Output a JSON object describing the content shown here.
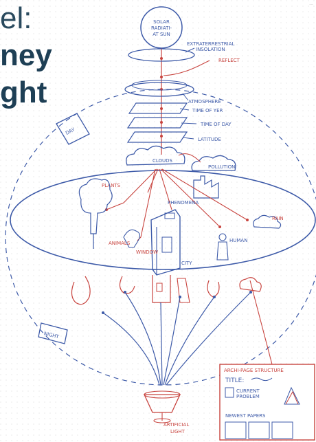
{
  "headline": {
    "line1": "el:",
    "line2": "ney",
    "line3": "ght"
  },
  "corner_note": "...",
  "labels": {
    "sun": [
      "SOLAR",
      "RADIATI-",
      "AT SUN"
    ],
    "extraterrestrial": [
      "EXTRATERRESTRIAL",
      "INSOLATION"
    ],
    "reflect": "REFLECT",
    "atmosphere": "ATMOSPHERE",
    "time_of_year": "TIME OF YER",
    "time_of_day": "TIME OF DAY",
    "latitude": "LATITUDE",
    "clouds": "CLOUDS",
    "pollution": "POLLUTION",
    "day": "DAY",
    "night": "NIGHT",
    "plants": "PLANTS",
    "phenomena": "PHENOMENA",
    "rain": "RAIN",
    "animals": "ANIMALS",
    "window": "WINDOW",
    "human": "HUMAN",
    "city": "CITY",
    "artificial_light": [
      "ARTIFICIAL",
      "LIGHT"
    ],
    "card_title": "ARCHI-PAGE STRUCTURE",
    "card_title_field": "TITLE:",
    "card_current": [
      "CURRENT",
      "PROBLEM"
    ],
    "card_newest": "NEWEST PAPERS"
  },
  "colors": {
    "blue_ink": "#3d5aa8",
    "red_ink": "#c8443f",
    "headline": "#1e3f55",
    "grid_dot": "#dcdcdc"
  }
}
